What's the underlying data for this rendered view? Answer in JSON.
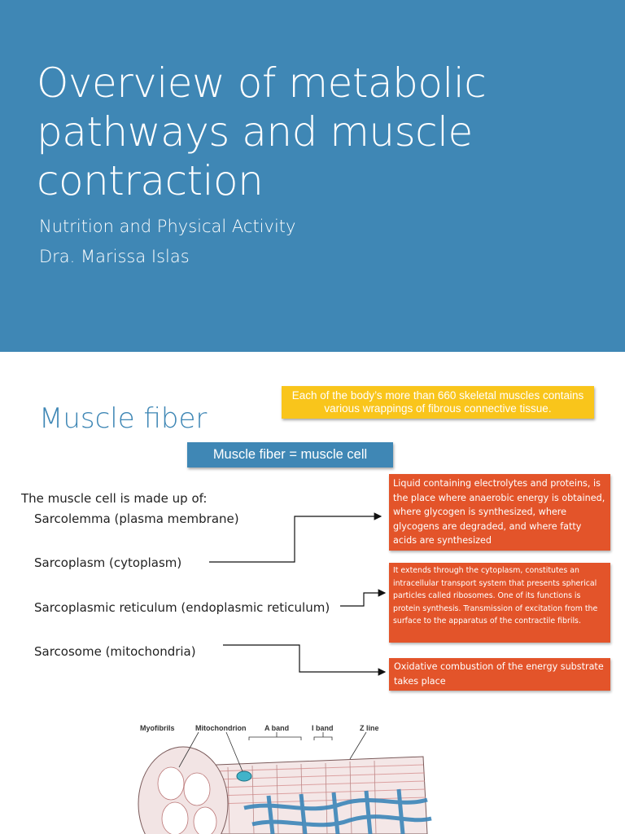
{
  "slide1": {
    "title": "Overview of metabolic pathways and muscle contraction",
    "subtitle_line1": "Nutrition and Physical Activity",
    "subtitle_line2": "Dra. Marissa Islas"
  },
  "slide2": {
    "title": "Muscle fiber",
    "note": "Each of the body’s more than 660 skeletal muscles contains various wrappings of fibrous connective tissue.",
    "definition": "Muscle fiber = muscle cell",
    "intro": "The muscle cell is made up of:",
    "items": [
      "Sarcolemma (plasma membrane)",
      "Sarcoplasm (cytoplasm)",
      "Sarcoplasmic reticulum (endoplasmic reticulum)",
      "Sarcosome (mitochondria)"
    ],
    "descriptions": [
      "Liquid containing electrolytes and proteins, is the place where anaerobic energy is obtained, where glycogen is synthesized, where glycogens are degraded, and where fatty acids are synthesized",
      "It extends through the cytoplasm, constitutes an intracellular transport system that presents spherical particles called ribosomes. One of its functions is protein synthesis. Transmission of excitation from the surface to the apparatus of the contractile fibrils.",
      "Oxidative combustion of the energy substrate takes place"
    ],
    "figure_labels": {
      "myofibrils": "Myofibrils",
      "mitochondrion": "Mitochondrion",
      "a_band": "A band",
      "i_band": "I band",
      "z_line": "Z line"
    },
    "colors": {
      "blue": "#3f87b5",
      "yellow": "#f9c51b",
      "orange": "#e3542a"
    }
  }
}
